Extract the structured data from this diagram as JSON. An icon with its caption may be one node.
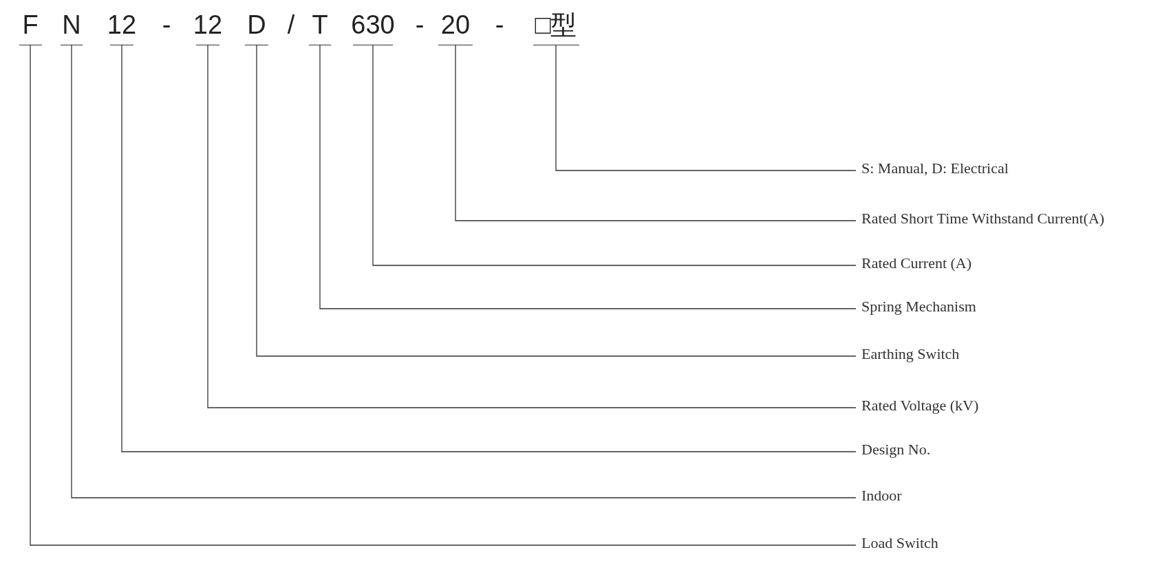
{
  "diagram": {
    "nodes": [
      {
        "text": [
          "F"
        ]
      },
      {
        "text": [
          "N"
        ]
      },
      {
        "text": [
          "12"
        ]
      },
      {
        "text": [
          "12"
        ]
      },
      {
        "text": [
          "D"
        ]
      },
      {
        "text": [
          "T"
        ]
      },
      {
        "text": [
          "630"
        ]
      },
      {
        "text": [
          "20"
        ]
      },
      {
        "text": [
          "□型"
        ]
      },
      {
        "text": [
          "S: Manual, D: Electrical"
        ]
      },
      {
        "text": [
          "Rated Short Time Withstand Current(A)"
        ]
      },
      {
        "text": [
          "Rated Current (A)"
        ]
      },
      {
        "text": [
          "Spring Mechanism"
        ]
      },
      {
        "text": [
          "Earthing Switch"
        ]
      },
      {
        "text": [
          "Rated Voltage (kV)"
        ]
      },
      {
        "text": [
          "Design No."
        ]
      },
      {
        "text": [
          "Indoor"
        ]
      },
      {
        "text": [
          "Load Switch"
        ]
      }
    ],
    "edges": [
      {
        "from": 8,
        "to": 9,
        "arrow": "none"
      },
      {
        "from": 7,
        "to": 10,
        "arrow": "none"
      },
      {
        "from": 6,
        "to": 11,
        "arrow": "none"
      },
      {
        "from": 5,
        "to": 12,
        "arrow": "none"
      },
      {
        "from": 4,
        "to": 13,
        "arrow": "none"
      },
      {
        "from": 3,
        "to": 14,
        "arrow": "none"
      },
      {
        "from": 2,
        "to": 15,
        "arrow": "none"
      },
      {
        "from": 1,
        "to": 16,
        "arrow": "none"
      },
      {
        "from": 0,
        "to": 17,
        "arrow": "none"
      }
    ],
    "labels": [
      "-",
      "/",
      "-",
      "-"
    ]
  }
}
